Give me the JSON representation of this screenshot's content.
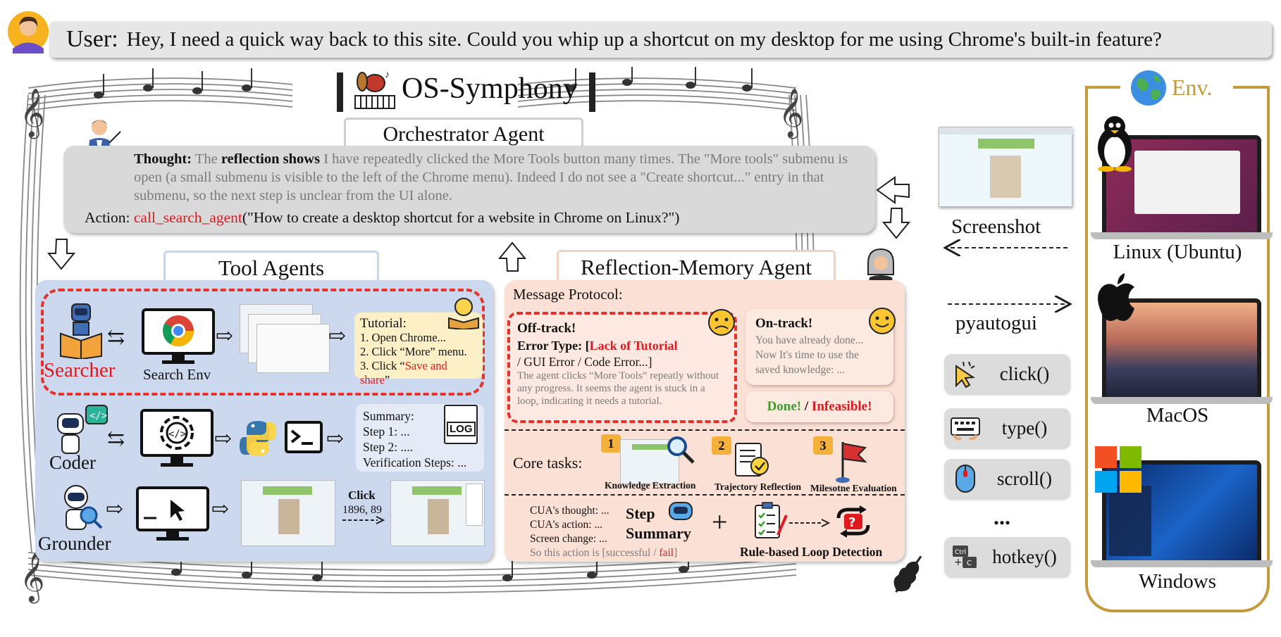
{
  "user": {
    "label": "User:",
    "message": "Hey, I need a quick way back to this site. Could you whip up a shortcut on my desktop for me using Chrome's built-in feature?"
  },
  "title": "OS-Symphony",
  "orchestrator": {
    "title": "Orchestrator Agent",
    "thought_label": "Thought",
    "thought_prefix": "The",
    "thought_bold": "reflection shows",
    "thought_text": "I have repeatedly clicked the More Tools button many times. The \"More tools\" submenu is open (a small submenu is visible to the left of the Chrome menu). Indeed I do not see a \"Create shortcut...\" entry in that submenu, so the next step is unclear from the UI alone.",
    "action_label": "Action:",
    "action_fn": "call_search_agent",
    "action_arg": "(\"How to create a desktop shortcut for a website in Chrome on Linux?\")"
  },
  "tool_agents": {
    "title": "Tool Agents",
    "searcher": {
      "label": "Searcher",
      "env_label": "Search Env",
      "tutorial_title": "Tutorial:",
      "tutorial_step1": "1. Open Chrome...",
      "tutorial_step2": "2. Click “More” menu.",
      "tutorial_step3_prefix": "3. Click “",
      "tutorial_step3_red": "Save and share",
      "tutorial_step3_suffix": "”"
    },
    "coder": {
      "label": "Coder",
      "summary_title": "Summary:",
      "step1": "Step 1: ...",
      "step2": "Step 2: ....",
      "verification": "Verification Steps: ...",
      "log_label": "LOG"
    },
    "grounder": {
      "label": "Grounder",
      "click_label": "Click",
      "click_coords": "1896, 89"
    }
  },
  "reflection": {
    "title": "Reflection-Memory Agent",
    "protocol_label": "Message Protocol:",
    "offtrack_title": "Off-track!",
    "error_type_label": "Error Type: [",
    "error_red": "Lack of Tutorial",
    "error_rest": "/ GUI Error / Code Error...]",
    "offtrack_desc": "The agent clicks “More Tools” repeatly without any progress. It seems the agent is stuck in a loop, indicating it needs a tutorial.",
    "ontrack_title": "On-track!",
    "ontrack_desc": "You have already done... Now It's time to use the saved knowledge: ...",
    "done": "Done!",
    "slash": "/",
    "infeasible": "Infeasible!",
    "core_label": "Core tasks:",
    "task1_num": "1",
    "task1": "Knowledge Extraction",
    "task2_num": "2",
    "task2": "Trajectory Reflection",
    "task3_num": "3",
    "task3": "Milesotne Evaluation",
    "cua_thought": "CUA's thought: ...",
    "cua_action": "CUA's action: ...",
    "screen_change": "Screen change: ...",
    "so_action_prefix": "So this action is [successful /",
    "so_action_fail": "fail",
    "so_action_suffix": "]",
    "step_summary_1": "Step",
    "step_summary_2": "Summary",
    "plus": "+",
    "loop_detection": "Rule-based Loop Detection"
  },
  "middle": {
    "screenshot_label": "Screenshot",
    "pyautogui_label": "pyautogui",
    "actions": [
      "click()",
      "type()",
      "scroll()",
      "...",
      "hotkey()"
    ]
  },
  "env": {
    "title": "Env.",
    "os": [
      "Linux (Ubuntu)",
      "MacOS",
      "Windows"
    ]
  },
  "colors": {
    "red": "#e0191f",
    "green": "#3f9a2e",
    "gold": "#c49a3a",
    "tool_bg": "#cbd8ee",
    "refl_bg": "#fbe0d5"
  }
}
